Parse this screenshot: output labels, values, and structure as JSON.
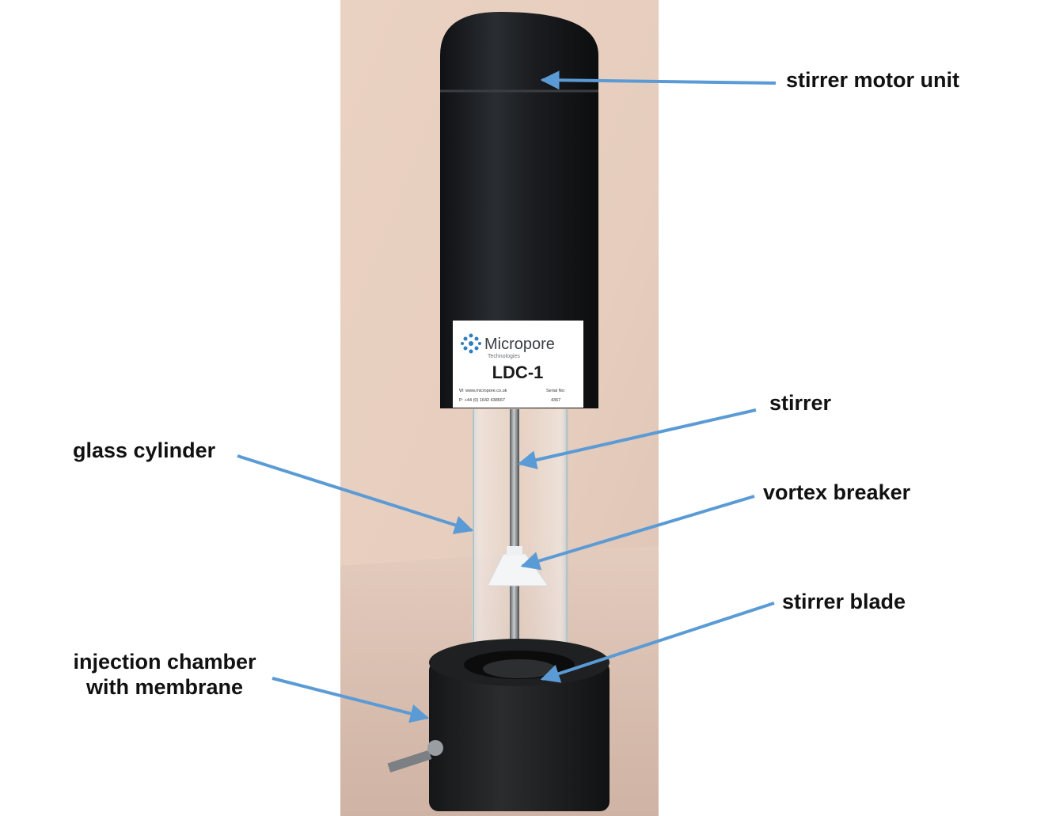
{
  "figure": {
    "labels": {
      "motor": "stirrer motor unit",
      "stirrer": "stirrer",
      "glass": "glass cylinder",
      "vortex": "vortex breaker",
      "blade": "stirrer blade",
      "inject_line1": "injection chamber",
      "inject_line2": "with membrane"
    },
    "device_label": {
      "brand": "Micropore",
      "brand_sub": "Technologies",
      "model": "LDC-1",
      "web": "W: www.micropore.co.uk",
      "phone": "P: +44 (0) 1642 438567",
      "serial_label": "Serial No:",
      "serial_value": "4367"
    },
    "colors": {
      "arrow": "#5b9bd5",
      "background_wall": "#e9cfc0",
      "device_body": "#1b1d20"
    }
  }
}
